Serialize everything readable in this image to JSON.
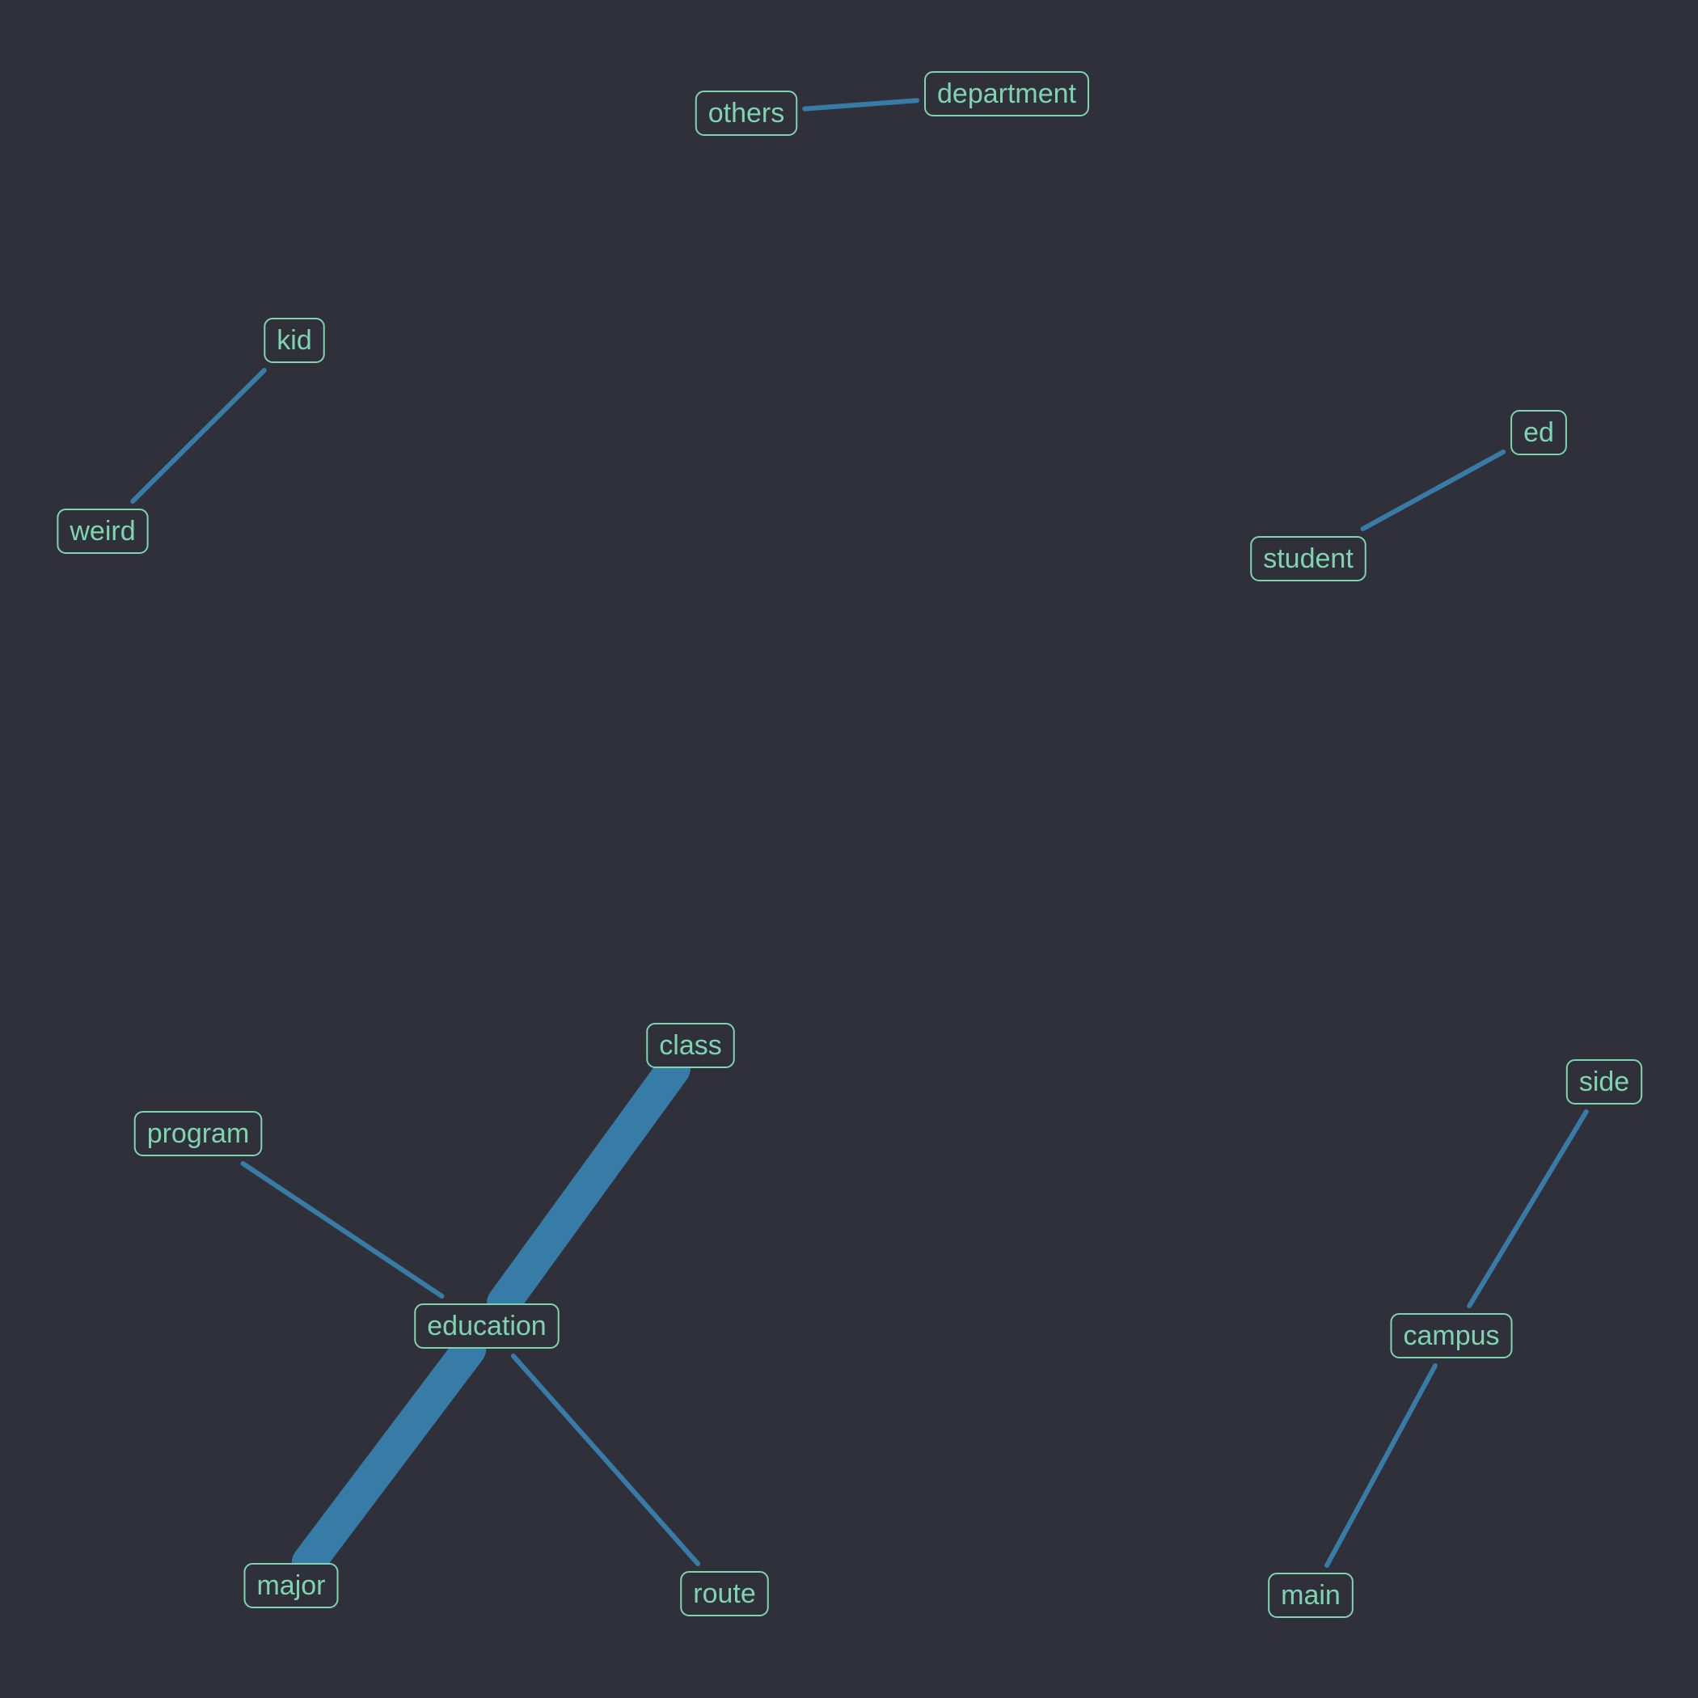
{
  "colors": {
    "background": "#2f303a",
    "edge": "#367ca6",
    "node_text": "#7fd4b0",
    "node_border": "#7fd4b0",
    "node_fill": "#2f303a"
  },
  "nodes": [
    {
      "id": "others",
      "label": "others"
    },
    {
      "id": "department",
      "label": "department"
    },
    {
      "id": "kid",
      "label": "kid"
    },
    {
      "id": "weird",
      "label": "weird"
    },
    {
      "id": "ed",
      "label": "ed"
    },
    {
      "id": "student",
      "label": "student"
    },
    {
      "id": "class",
      "label": "class"
    },
    {
      "id": "program",
      "label": "program"
    },
    {
      "id": "education",
      "label": "education"
    },
    {
      "id": "major",
      "label": "major"
    },
    {
      "id": "route",
      "label": "route"
    },
    {
      "id": "side",
      "label": "side"
    },
    {
      "id": "campus",
      "label": "campus"
    },
    {
      "id": "main",
      "label": "main"
    }
  ],
  "edges": [
    {
      "source": "others",
      "target": "department",
      "weight": 1
    },
    {
      "source": "kid",
      "target": "weird",
      "weight": 1
    },
    {
      "source": "ed",
      "target": "student",
      "weight": 1
    },
    {
      "source": "class",
      "target": "education",
      "weight": 7
    },
    {
      "source": "education",
      "target": "major",
      "weight": 7
    },
    {
      "source": "program",
      "target": "education",
      "weight": 1
    },
    {
      "source": "education",
      "target": "route",
      "weight": 1
    },
    {
      "source": "side",
      "target": "campus",
      "weight": 1
    },
    {
      "source": "campus",
      "target": "main",
      "weight": 1
    }
  ]
}
